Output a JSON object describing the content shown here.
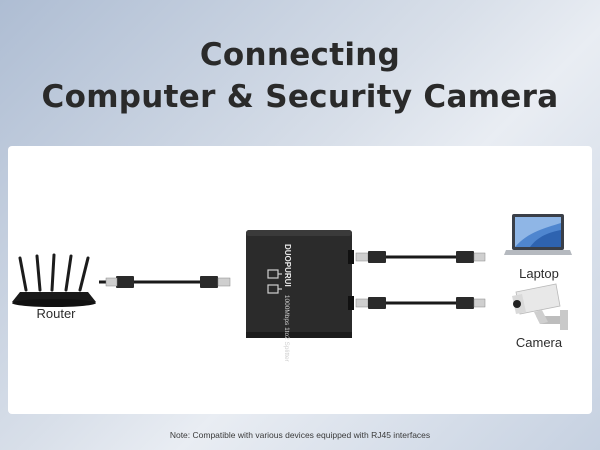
{
  "title": {
    "line1": "Connecting",
    "line2": "Computer & Security Camera"
  },
  "device": {
    "brand": "DUOPURUI",
    "model_text": "1000Mbps 1to2 Splitter"
  },
  "labels": {
    "router": "Router",
    "laptop": "Laptop",
    "camera": "Camera"
  },
  "note": "Note: Compatible with various devices equipped with RJ45 interfaces",
  "colors": {
    "background_start": "#aebdd3",
    "panel": "#ffffff",
    "splitter_body": "#2b2b2b",
    "cable": "#1a1a1a"
  },
  "icons": [
    "router-icon",
    "laptop-icon",
    "security-camera-icon",
    "ethernet-port-icon"
  ]
}
